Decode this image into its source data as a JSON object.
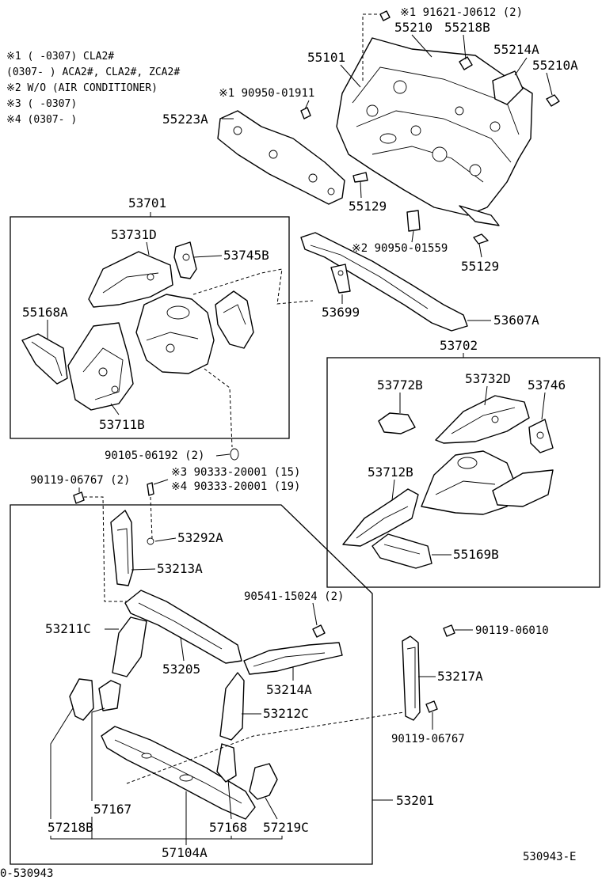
{
  "notes": [
    "※1 (      -0307) CLA2#",
    "  (0307-     ) ACA2#, CLA2#, ZCA2#",
    "※2 W/O (AIR CONDITIONER)",
    "※3 (      -0307)",
    "※4 (0307-     )"
  ],
  "groups": {
    "g53701": "53701",
    "g53702": "53702",
    "g53201": "53201"
  },
  "parts": {
    "p91621": "※1 91621-J0612 (2)",
    "p55210": "55210",
    "p55218B": "55218B",
    "p55214A": "55214A",
    "p55210A": "55210A",
    "p55101": "55101",
    "p90950a": "※1 90950-01911",
    "p55223A": "55223A",
    "p55129a": "55129",
    "p90950b": "※2 90950-01559",
    "p55129b": "55129",
    "p53731D": "53731D",
    "p53745B": "53745B",
    "p55168A": "55168A",
    "p53711B": "53711B",
    "p53699": "53699",
    "p53607A": "53607A",
    "p53772B": "53772B",
    "p53732D": "53732D",
    "p53746": "53746",
    "p53712B": "53712B",
    "p55169B": "55169B",
    "p90105": "90105-06192 (2)",
    "p90119a": "90119-06767 (2)",
    "p90333a": "※3 90333-20001 (15)",
    "p90333b": "※4 90333-20001 (19)",
    "p53292A": "53292A",
    "p53213A": "53213A",
    "p90541": "90541-15024 (2)",
    "p53211C": "53211C",
    "p53205": "53205",
    "p53214A": "53214A",
    "p90119b": "90119-06010",
    "p53217A": "53217A",
    "p53212C": "53212C",
    "p90119c": "90119-06767",
    "p57167": "57167",
    "p57218B": "57218B",
    "p57168": "57168",
    "p57219C": "57219C",
    "p57104A": "57104A"
  },
  "footer": {
    "left": "0-530943",
    "right": "530943-E"
  }
}
